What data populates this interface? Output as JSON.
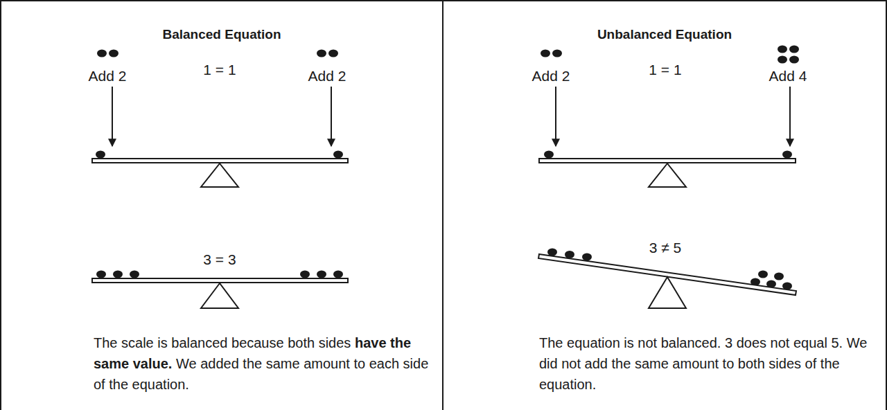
{
  "diagram": {
    "nodes": [
      {
        "text": [
          "Balanced Equation",
          "The scale is balanced because both sides",
          "have the same value.",
          "We added the same amount to each side of the equation."
        ]
      },
      {
        "text": [
          "Unbalanced Equation",
          "The equation is not balanced. 3 does not equal 5. We did not add the same amount to both sides of the equation."
        ]
      }
    ],
    "labels": [
      "Add 2",
      "1 = 1",
      "Add 2",
      "3 = 3",
      "Add 2",
      "1 = 1",
      "Add 4",
      "3 ≠ 5"
    ]
  }
}
